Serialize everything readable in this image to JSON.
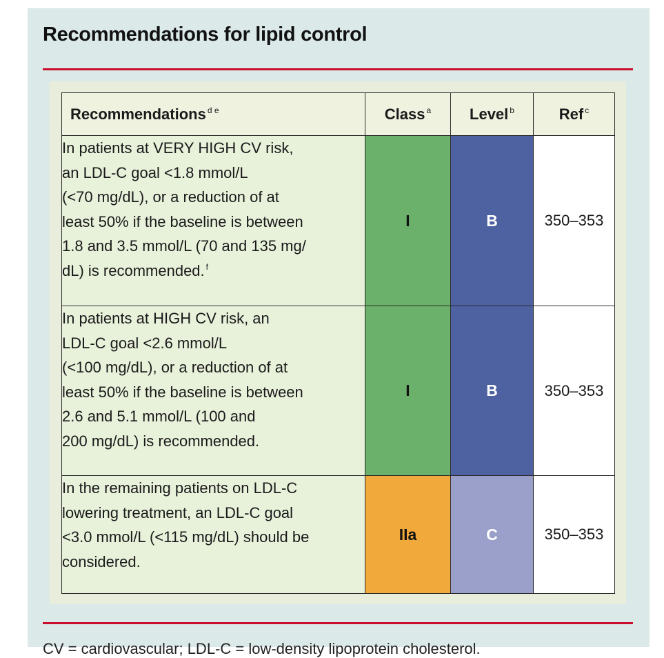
{
  "title": "Recommendations for lipid control",
  "table": {
    "headers": {
      "recommendations": "Recommendations",
      "recommendations_sup": "d e",
      "class": "Class",
      "class_sup": "a",
      "level": "Level",
      "level_sup": "b",
      "ref": "Ref",
      "ref_sup": "c"
    },
    "rows": [
      {
        "lines": [
          "In patients at VERY HIGH CV risk,",
          "an LDL-C goal <1.8 mmol/L",
          "(<70 mg/dL), or a reduction of at",
          "least 50% if the baseline is between",
          "1.8 and 3.5 mmol/L (70 and 135 mg/",
          "dL) is recommended."
        ],
        "footnote": "f",
        "class": "I",
        "class_color": "#6bb16b",
        "class_text_color": "#111111",
        "level": "B",
        "level_color": "#4e61a0",
        "level_text_color": "#ffffff",
        "ref": "350–353"
      },
      {
        "lines": [
          "In patients at HIGH CV risk, an",
          "LDL-C goal <2.6 mmol/L",
          "(<100 mg/dL), or a reduction of at",
          "least 50% if the baseline is between",
          "2.6 and 5.1 mmol/L (100 and",
          "200 mg/dL) is recommended."
        ],
        "footnote": "",
        "class": "I",
        "class_color": "#6bb16b",
        "class_text_color": "#111111",
        "level": "B",
        "level_color": "#4e61a0",
        "level_text_color": "#ffffff",
        "ref": "350–353"
      },
      {
        "lines": [
          "In the remaining patients on LDL-C",
          "lowering treatment, an LDL-C goal",
          "<3.0 mmol/L (<115 mg/dL) should be",
          "considered."
        ],
        "footnote": "",
        "class": "IIa",
        "class_color": "#f2a93b",
        "class_text_color": "#111111",
        "level": "C",
        "level_color": "#9aa0c9",
        "level_text_color": "#ffffff",
        "ref": "350–353"
      }
    ]
  },
  "accent_color": "#c8102e",
  "footer_partial": "CV = cardiovascular; LDL-C = low-density lipoprotein cholesterol."
}
